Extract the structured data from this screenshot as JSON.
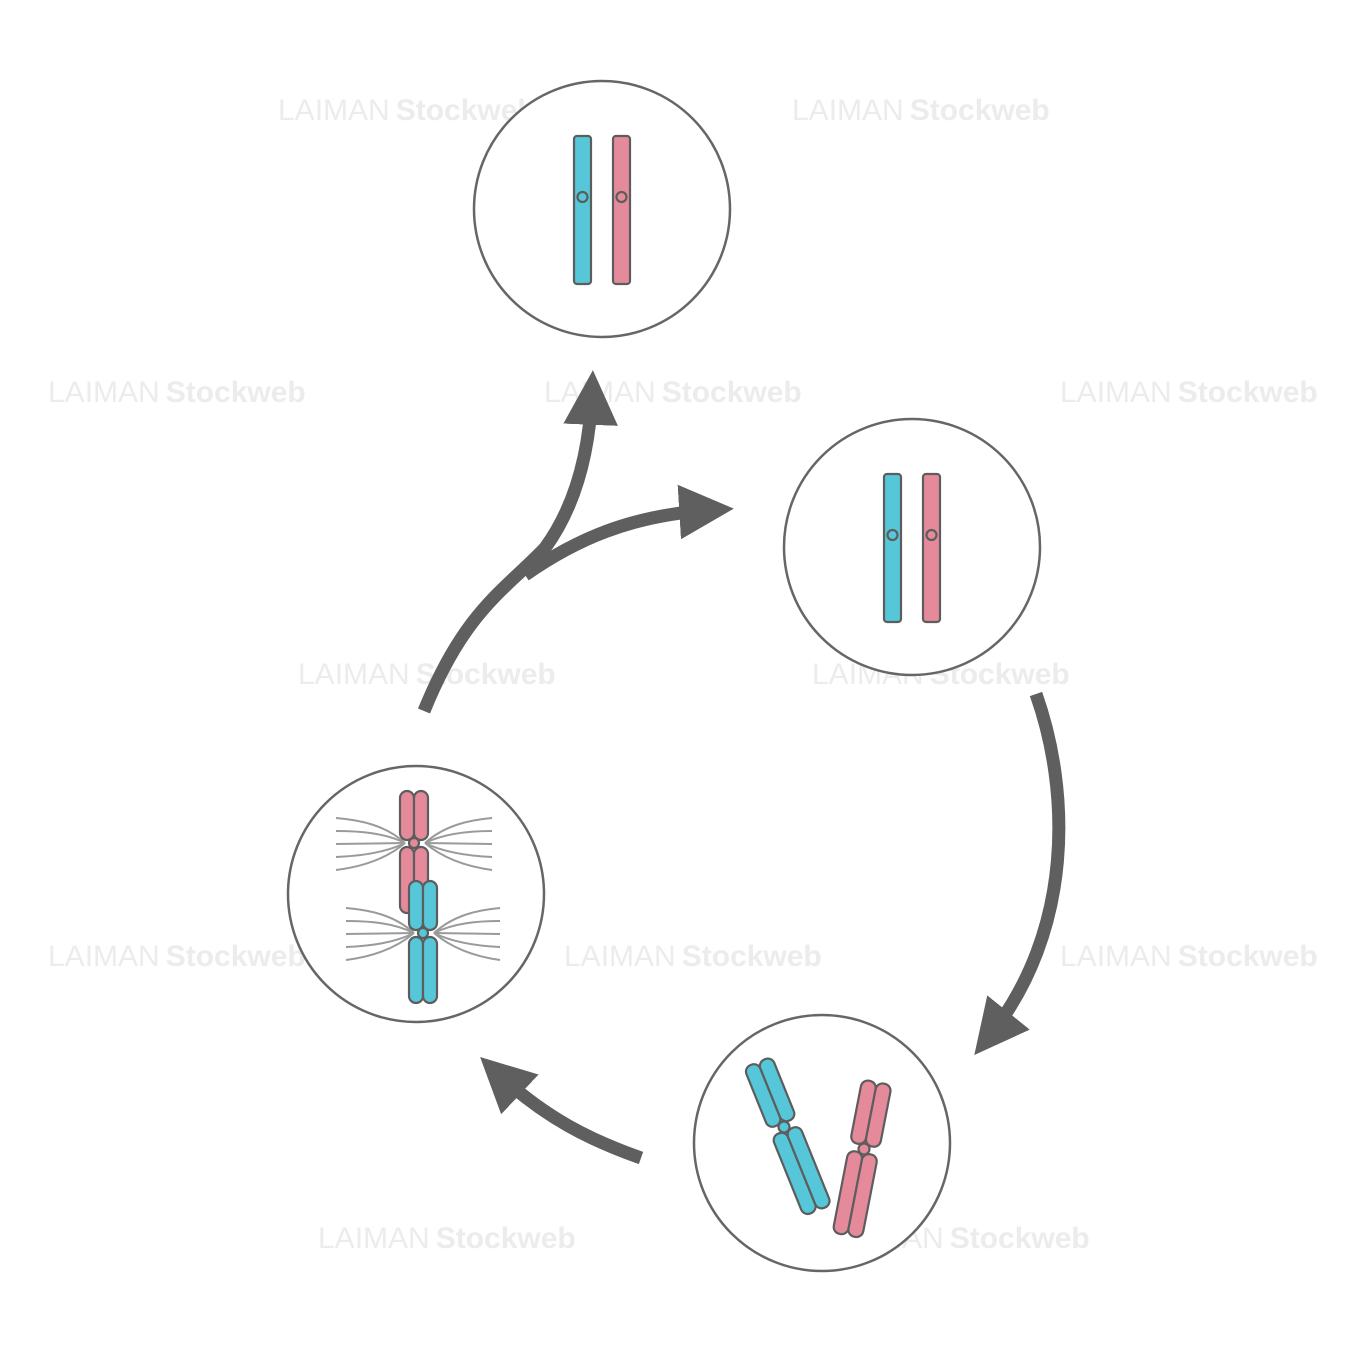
{
  "watermark": {
    "brand": "LAIMAN",
    "sub": "Stockweb"
  },
  "colors": {
    "blue": "#55c7d8",
    "pink": "#e58a9b",
    "outline": "#5d5d5d",
    "cell_stroke": "#666666",
    "arrow": "#5f5f5f",
    "spindle": "#9a9a9a",
    "watermark": "#ececec"
  },
  "diagram": {
    "type": "cell-cycle",
    "cells": [
      {
        "id": "cell-top",
        "stage": "separated-chromosomes"
      },
      {
        "id": "cell-right",
        "stage": "separated-chromosomes"
      },
      {
        "id": "cell-bottom-right",
        "stage": "replicated-chromosomes"
      },
      {
        "id": "cell-left",
        "stage": "spindle-attached-chromosomes"
      }
    ],
    "arrows": [
      {
        "from": "cell-left",
        "to": "cell-top"
      },
      {
        "from": "cell-left",
        "to": "cell-right"
      },
      {
        "from": "cell-right",
        "to": "cell-bottom-right"
      },
      {
        "from": "cell-bottom-right",
        "to": "cell-left"
      }
    ]
  }
}
